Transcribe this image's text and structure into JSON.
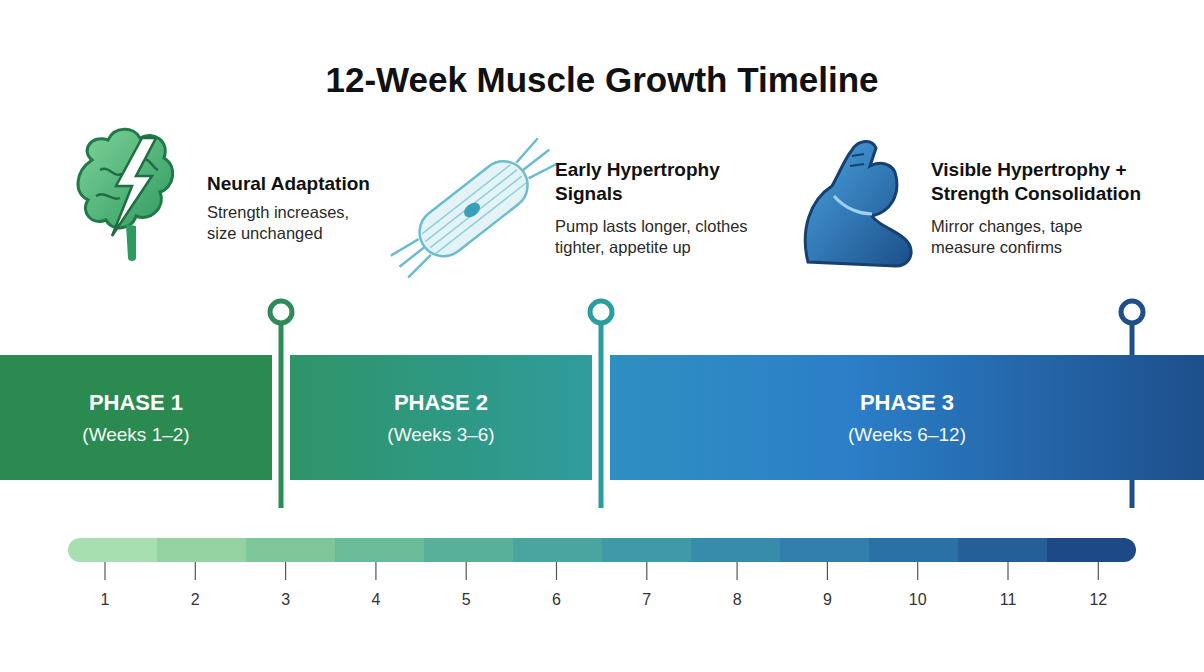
{
  "diagram": {
    "title": "12-Week Muscle Growth Timeline",
    "nodes": [
      {
        "text": [
          "PHASE 1",
          "(Weeks 1–2)"
        ]
      },
      {
        "text": [
          "PHASE 2",
          "(Weeks 3–6)"
        ]
      },
      {
        "text": [
          "PHASE 3",
          "(Weeks 6–12)"
        ]
      }
    ],
    "labels": [
      "Neural Adaptation",
      "Strength increases, size unchanged",
      "Early Hypertrophy Signals",
      "Pump lasts longer, clothes tighter, appetite up",
      "Visible Hypertrophy + Strength Consolidation",
      "Mirror changes, tape measure confirms",
      "1",
      "2",
      "3",
      "4",
      "5",
      "6",
      "7",
      "8",
      "9",
      "10",
      "11",
      "12"
    ]
  }
}
